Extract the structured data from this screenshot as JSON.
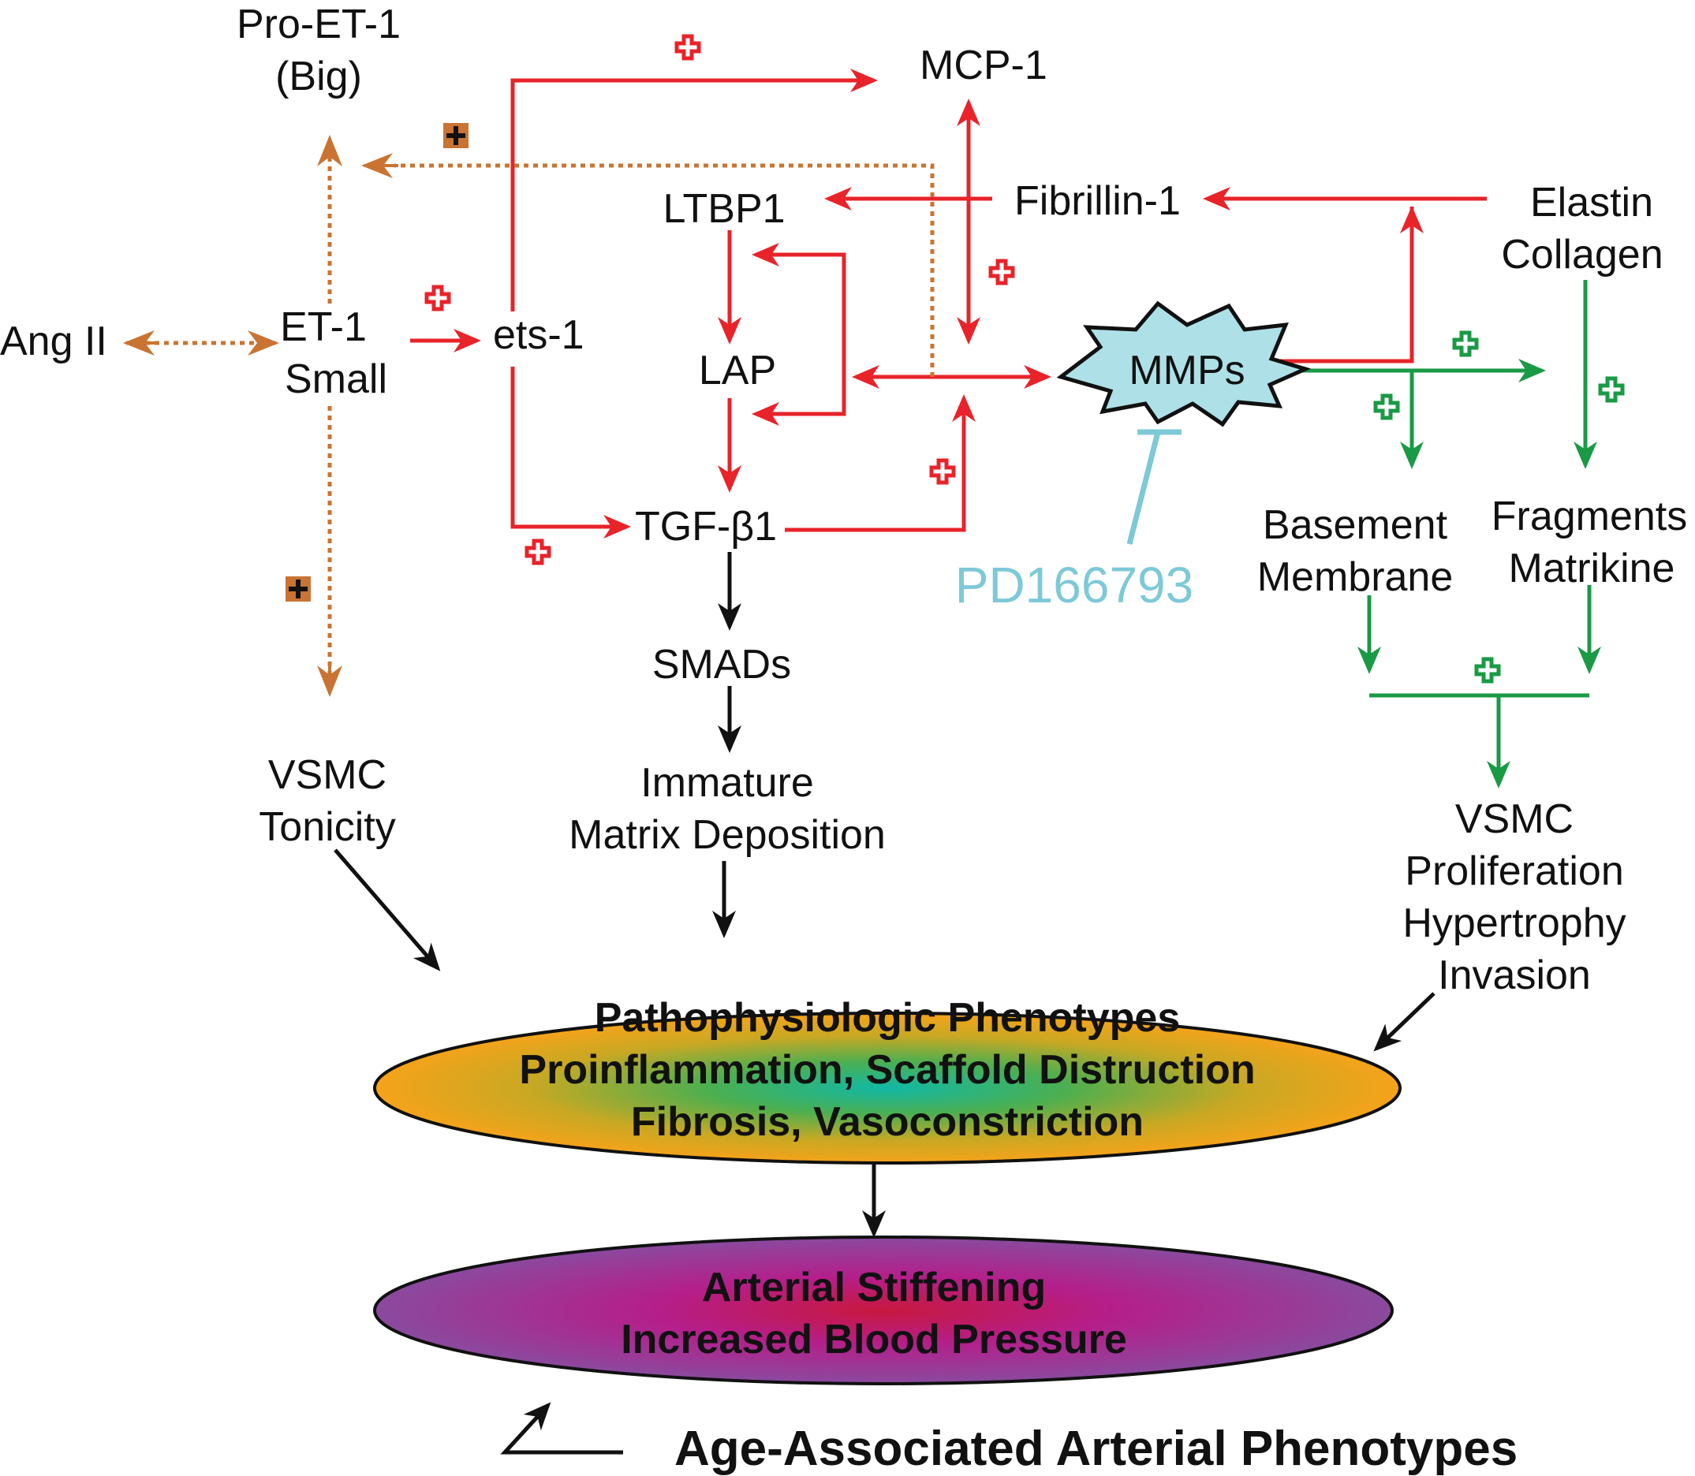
{
  "nodes": {
    "pro_et1": [
      "Pro-ET-1",
      "(Big)"
    ],
    "mcp1": "MCP-1",
    "ltbp1": "LTBP1",
    "fibrillin1": "Fibrillin-1",
    "elastin_collagen": [
      "Elastin",
      "Collagen"
    ],
    "ang2": "Ang II",
    "et1": [
      "ET-1",
      "Small"
    ],
    "ets1": "ets-1",
    "lap": "LAP",
    "mmps": "MMPs",
    "tgfb1": "TGF-β1",
    "basement_membrane": [
      "Basement",
      "Membrane"
    ],
    "fragments_matrikine": [
      "Fragments",
      "Matrikine"
    ],
    "pd166793": "PD166793",
    "smads": "SMADs",
    "vsmc_tonicity": [
      "VSMC",
      "Tonicity"
    ],
    "immature_matrix": [
      "Immature",
      "Matrix Deposition"
    ],
    "vsmc_proliferation": [
      "VSMC",
      "Proliferation",
      "Hypertrophy",
      "Invasion"
    ]
  },
  "phenotypes_ellipse": [
    "Pathophysiologic Phenotypes",
    "Proinflammation, Scaffold Distruction",
    "Fibrosis, Vasoconstriction"
  ],
  "stiffening_ellipse": [
    "Arterial Stiffening",
    "Increased Blood Pressure"
  ],
  "legend_title": "Age-Associated Arterial Phenotypes",
  "colors": {
    "red_pathway": "#e8232a",
    "orange_pathway": "#c97432",
    "green_pathway": "#1a9a45",
    "inhibitor": "#7dc9d8",
    "mmps_fill": "#aee0e7",
    "text": "#111111"
  },
  "icons": [
    "plus-icon"
  ]
}
